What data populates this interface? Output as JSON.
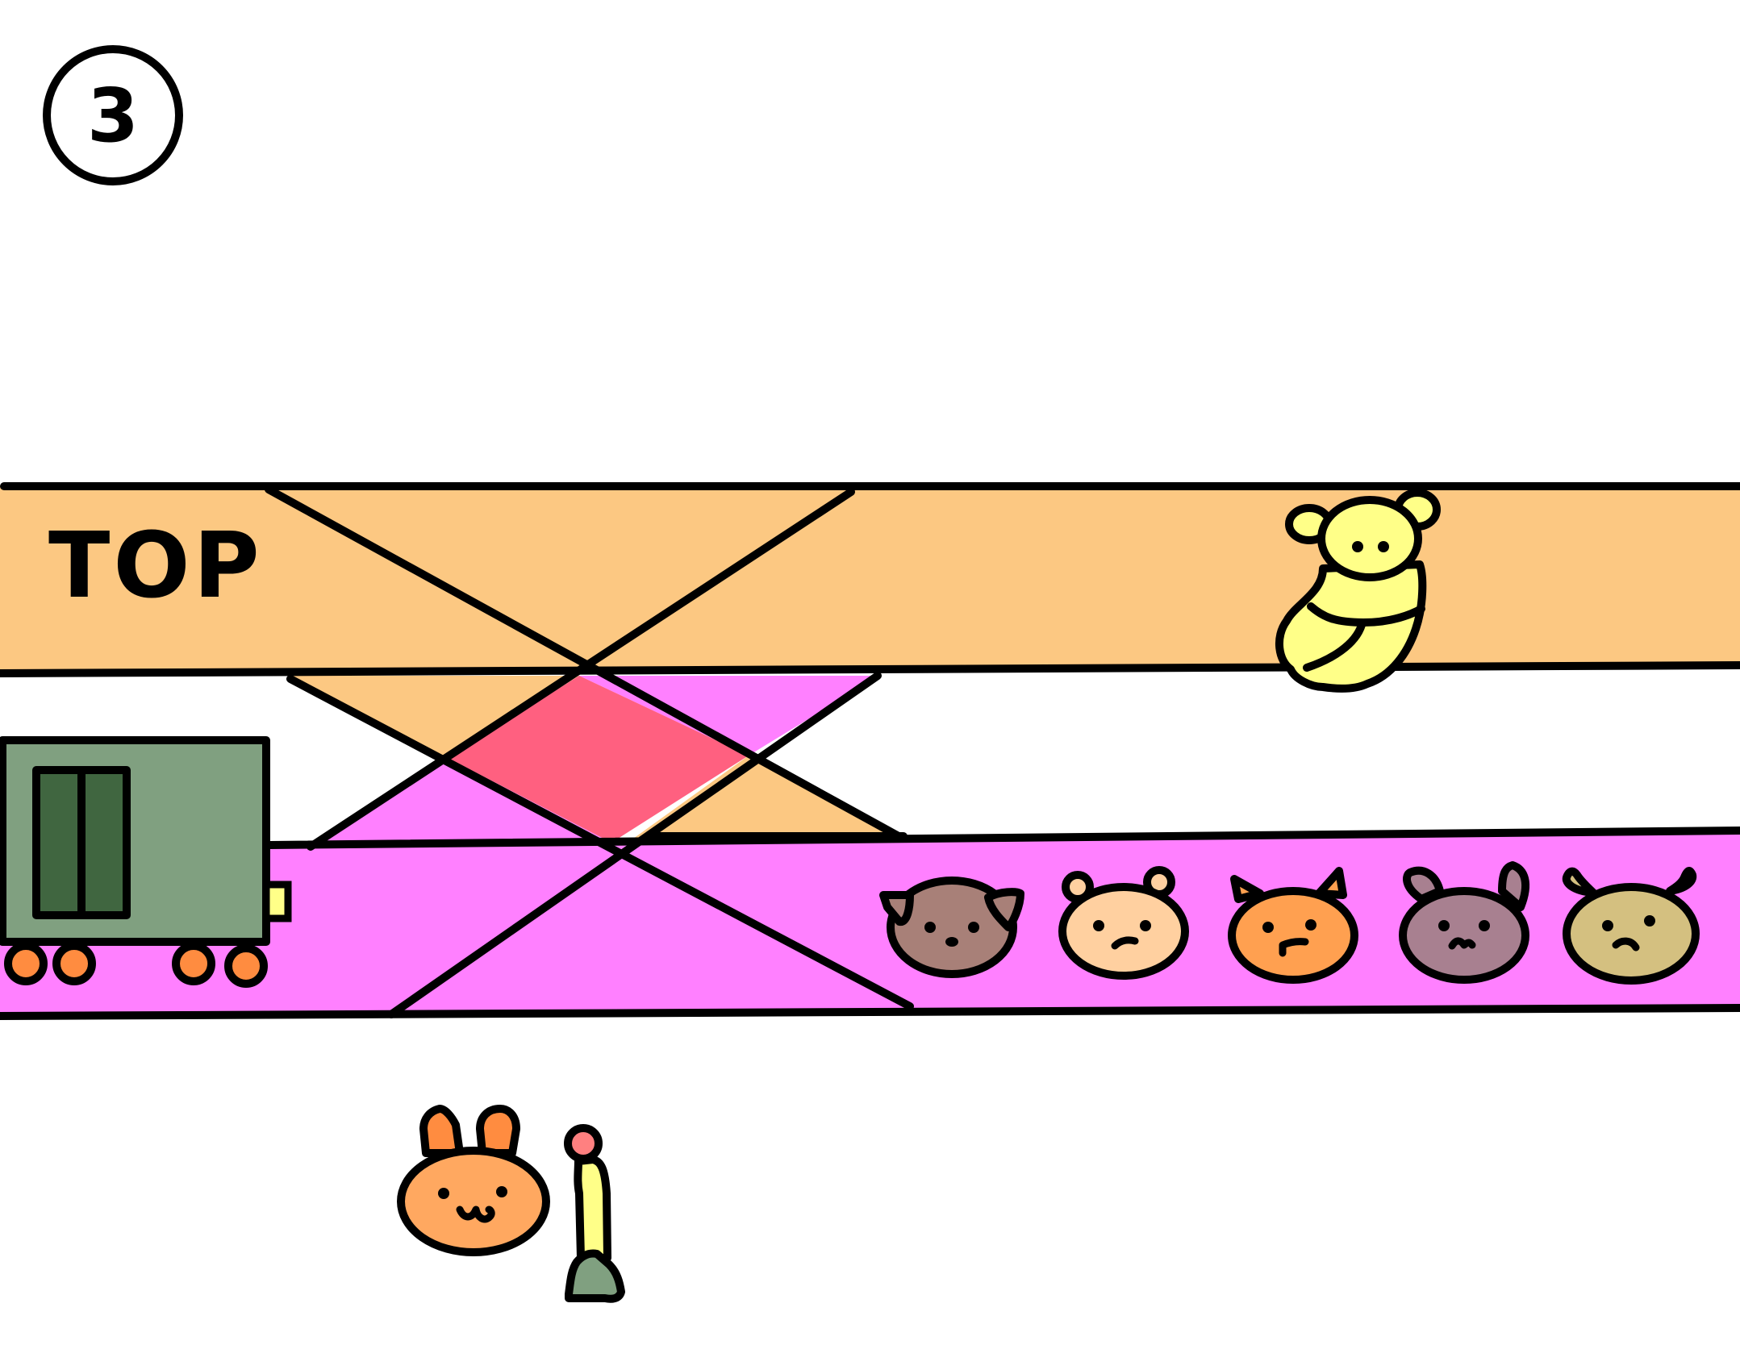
{
  "step_number": "3",
  "top_label": "TOP",
  "colors": {
    "top_lane": "#FCC882",
    "bottom_lane": "#FF80FF",
    "overlap": "#FF6080",
    "train_body": "#80A080",
    "train_window": "#406640",
    "train_wheel": "#FF8C40",
    "train_light": "#FFFF88",
    "caterpillar": "#FFFF88",
    "rabbit": "#FFA860",
    "rabbit_ears": "#FF8C40",
    "lever_handle": "#FFFF88",
    "lever_knob": "#FF8080",
    "lever_base": "#80A080"
  },
  "animals": [
    {
      "name": "dog",
      "color": "#A88078"
    },
    {
      "name": "bear",
      "color": "#FFD0A0"
    },
    {
      "name": "cat",
      "color": "#FFA050"
    },
    {
      "name": "mouse",
      "color": "#A88090"
    },
    {
      "name": "cow",
      "color": "#D4C080"
    }
  ]
}
